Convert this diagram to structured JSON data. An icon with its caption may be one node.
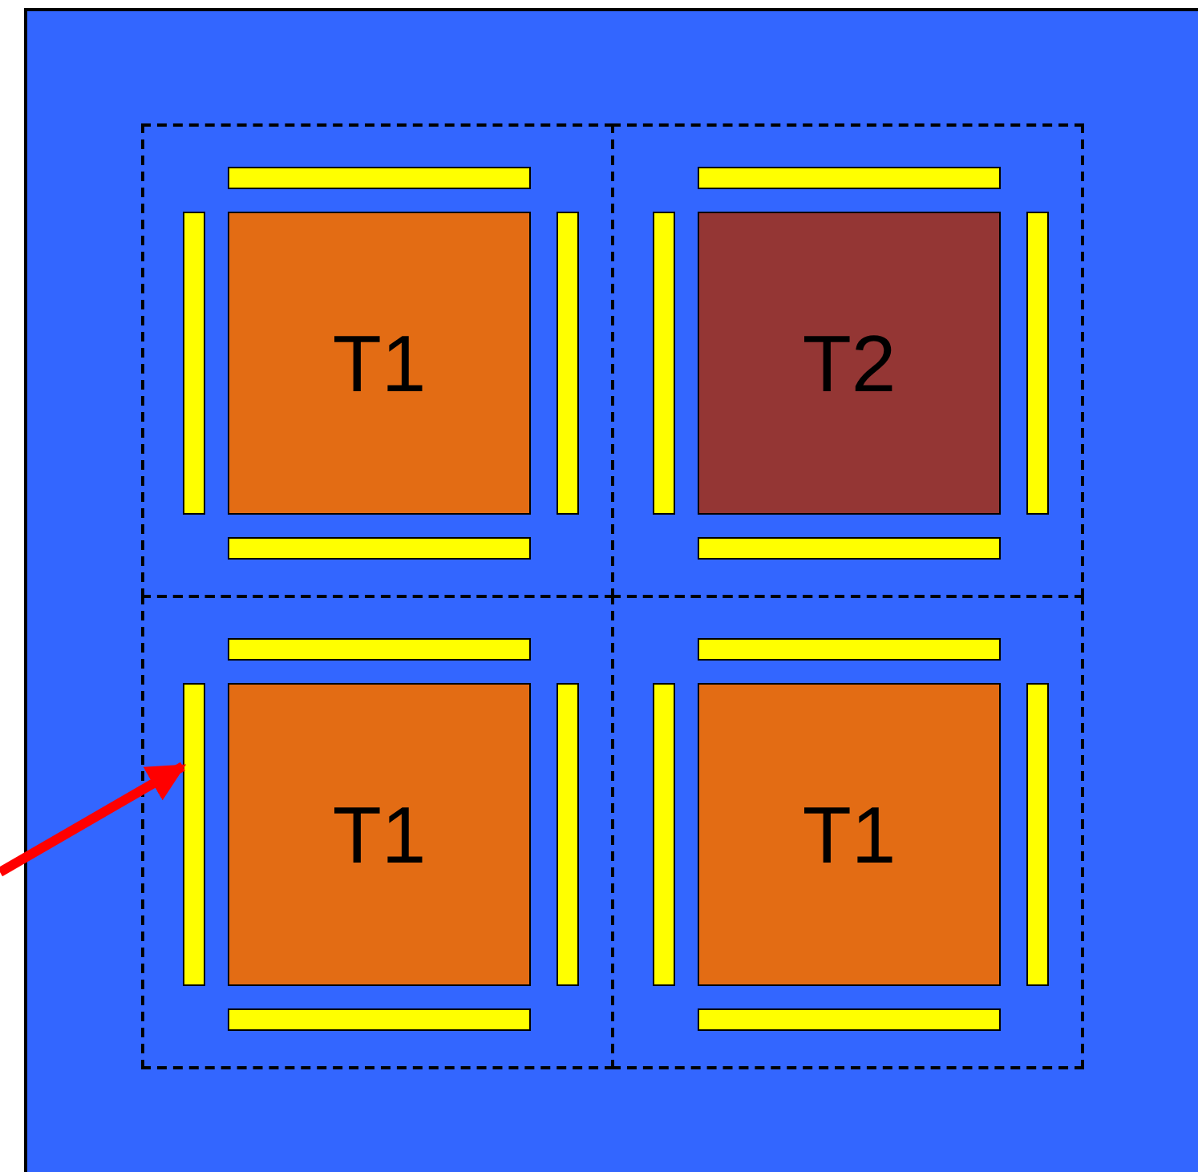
{
  "diagram": {
    "nodes": [
      {
        "text": [],
        "shape": "box"
      },
      {
        "text": [],
        "shape": "box",
        "in": 0
      },
      {
        "text": [],
        "shape": "box",
        "in": 0
      },
      {
        "text": [],
        "shape": "box",
        "in": 0
      },
      {
        "text": [],
        "shape": "box",
        "in": 0
      },
      {
        "text": [
          "T1"
        ],
        "in": 1
      },
      {
        "text": [
          "T2"
        ],
        "in": 2
      },
      {
        "text": [
          "T1"
        ],
        "in": 3
      },
      {
        "text": [
          "T1"
        ],
        "in": 4
      },
      {
        "text": [],
        "shape": "bar",
        "in": 1
      },
      {
        "text": [],
        "shape": "bar",
        "in": 1
      },
      {
        "text": [],
        "shape": "bar",
        "in": 1
      },
      {
        "text": [],
        "shape": "bar",
        "in": 1
      },
      {
        "text": [],
        "shape": "bar",
        "in": 2
      },
      {
        "text": [],
        "shape": "bar",
        "in": 2
      },
      {
        "text": [],
        "shape": "bar",
        "in": 2
      },
      {
        "text": [],
        "shape": "bar",
        "in": 2
      },
      {
        "text": [],
        "shape": "bar",
        "in": 3
      },
      {
        "text": [],
        "shape": "bar",
        "in": 3
      },
      {
        "text": [],
        "shape": "bar",
        "in": 3
      },
      {
        "text": [],
        "shape": "bar",
        "in": 3
      },
      {
        "text": [],
        "shape": "bar",
        "in": 4
      },
      {
        "text": [],
        "shape": "bar",
        "in": 4
      },
      {
        "text": [],
        "shape": "bar",
        "in": 4
      },
      {
        "text": [],
        "shape": "bar",
        "in": 4
      }
    ],
    "edges": [
      {
        "from": null,
        "to": 18,
        "arrow": "to"
      }
    ]
  }
}
